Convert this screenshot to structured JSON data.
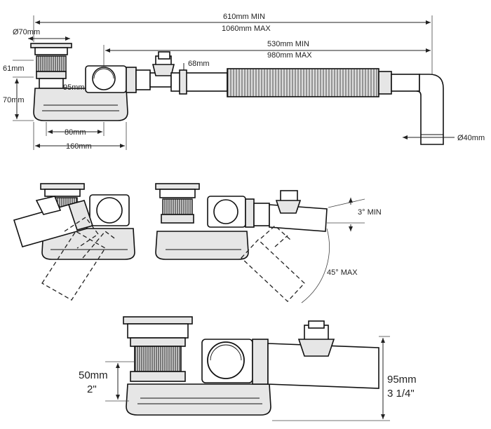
{
  "dimensions": {
    "total_length_min": "610mm MIN",
    "total_length_max": "1060mm MAX",
    "hose_length_min": "530mm MIN",
    "hose_length_max": "980mm MAX",
    "drain_diameter": "Ø70mm",
    "height_61": "61mm",
    "height_70": "70mm",
    "trap_depth_95": "95mm",
    "inlet_offset_68": "68mm",
    "body_width_80": "80mm",
    "overall_width_160": "160mm",
    "outlet_diameter": "Ø40mm"
  },
  "angles": {
    "min_fall": "3° MIN",
    "max_angle": "45° MAX"
  },
  "detail": {
    "height_mm": "50mm",
    "height_in": "2\"",
    "total_mm": "95mm",
    "total_in": "3 1/4\""
  }
}
